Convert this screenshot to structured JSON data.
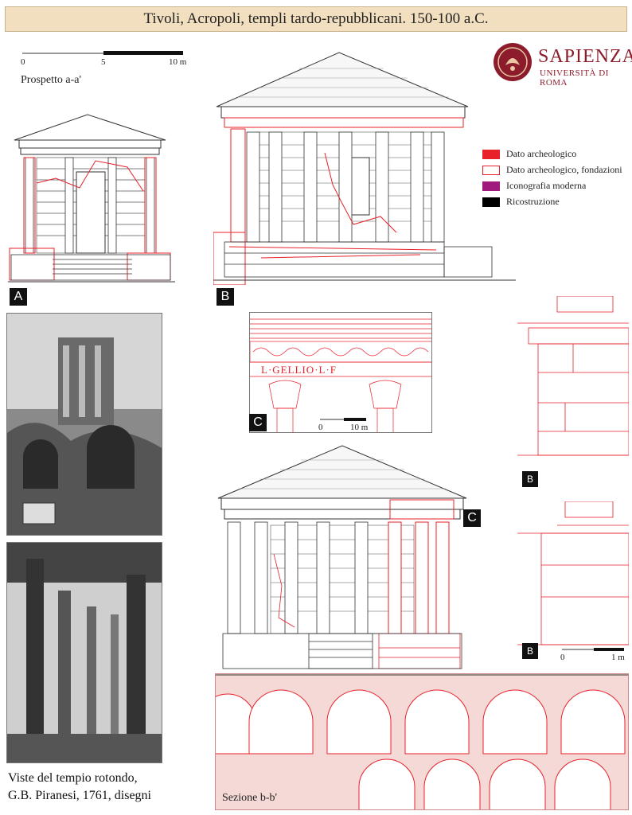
{
  "title": "Tivoli, Acropoli, templi tardo-repubblicani. 150-100 a.C.",
  "logo": {
    "name": "SAPIENZA",
    "subtitle": "UNIVERSITÀ DI ROMA"
  },
  "scales": {
    "main": [
      "0",
      "5",
      "10 m"
    ],
    "detail_c": [
      "0",
      "10 m"
    ],
    "detail_b": [
      "0",
      "1 m"
    ]
  },
  "labels": {
    "prospetto": "Prospetto a-a'",
    "sezione": "Sezione b-b'",
    "inscription": "L·GELLIO·L·F",
    "piranesi_caption_1": "Viste del tempio rotondo,",
    "piranesi_caption_2": "G.B. Piranesi, 1761, disegni"
  },
  "markers": {
    "a": "A",
    "b": "B",
    "c": "C"
  },
  "legend": [
    {
      "label": "Dato archeologico",
      "color": "#e8202a",
      "style": "fill"
    },
    {
      "label": "Dato archeologico, fondazioni",
      "color": "#e8202a",
      "style": "outline"
    },
    {
      "label": "Iconografia moderna",
      "color": "#a01a7d",
      "style": "fill"
    },
    {
      "label": "Ricostruzione",
      "color": "#000000",
      "style": "fill"
    }
  ],
  "colors": {
    "archaeological": "#e8202a",
    "reconstruction": "#222222",
    "section_fill": "#f5d9d6",
    "title_bg": "#f2dfc0"
  }
}
